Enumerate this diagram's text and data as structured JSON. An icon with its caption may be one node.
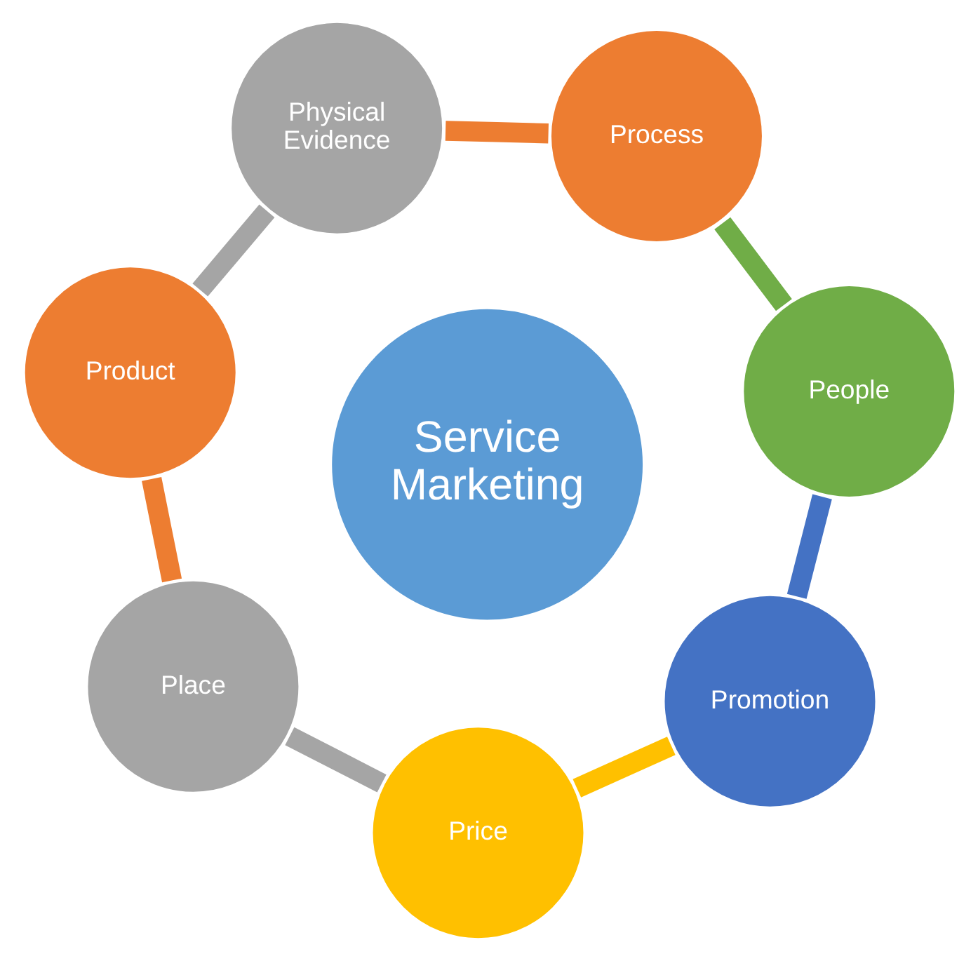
{
  "diagram": {
    "nodes": [
      {
        "text": [
          "Product"
        ]
      },
      {
        "text": [
          "Physical Evidence"
        ]
      },
      {
        "text": [
          "Place"
        ]
      },
      {
        "text": [
          "Service Marketing"
        ]
      },
      {
        "text": [
          "Process"
        ]
      },
      {
        "text": [
          "Price"
        ]
      },
      {
        "text": [
          "People"
        ]
      },
      {
        "text": [
          "Promotion"
        ]
      }
    ],
    "edges": [
      {
        "from": 0,
        "to": 2,
        "arrow": "none",
        "color": "#ed7d31"
      },
      {
        "from": 2,
        "to": 5,
        "arrow": "none",
        "color": "#a5a5a5"
      },
      {
        "from": 5,
        "to": 7,
        "arrow": "none",
        "color": "#ffc000"
      },
      {
        "from": 7,
        "to": 6,
        "arrow": "none",
        "color": "#4472c4"
      },
      {
        "from": 6,
        "to": 4,
        "arrow": "none",
        "color": "#70ad47"
      },
      {
        "from": 4,
        "to": 1,
        "arrow": "none",
        "color": "#ed7d31"
      },
      {
        "from": 1,
        "to": 0,
        "arrow": "none",
        "color": "#a5a5a5"
      }
    ]
  }
}
